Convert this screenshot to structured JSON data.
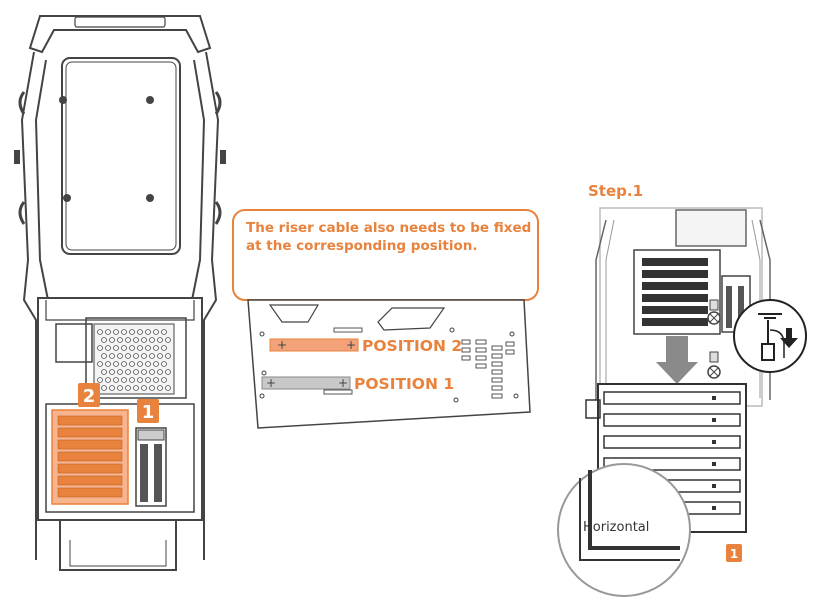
{
  "colors": {
    "accent": "#e8823c",
    "line": "#444444",
    "slot_fill": "#f3a27a",
    "slot_alt": "#c8c8c8",
    "arrow": "#8a8a8a"
  },
  "left_case": {
    "badge_2": "2",
    "badge_1": "1"
  },
  "callout": {
    "line1": "The riser cable also needs to be fixed",
    "line2": "at the corresponding position."
  },
  "bracket_panel": {
    "position_2": "POSITION 2",
    "position_1": "POSITION 1"
  },
  "step": {
    "title": "Step.1",
    "zoom_label": "Horizontal",
    "badge": "1"
  },
  "icons": [
    "screw-icon",
    "down-arrow-icon",
    "screw-knob-icon"
  ]
}
